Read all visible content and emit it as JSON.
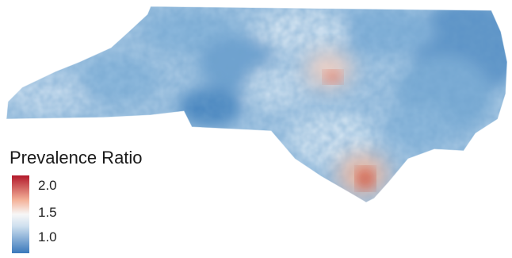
{
  "map": {
    "region": "North Carolina",
    "color_scale": {
      "low_color": "#2b6cb0",
      "mid_color": "#f5f5f5",
      "high_color": "#b2182b",
      "domain": [
        0.8,
        2.2
      ]
    },
    "hotspots": [
      {
        "area": "central-triangle",
        "intensity": 1.45
      },
      {
        "area": "central-triangle-core",
        "intensity": 1.85
      },
      {
        "area": "southeast-coast",
        "intensity": 1.6
      },
      {
        "area": "southeast-coast-core",
        "intensity": 2.1
      }
    ]
  },
  "legend": {
    "title": "Prevalence Ratio",
    "ticks": [
      {
        "value": 2.0,
        "label": "2.0"
      },
      {
        "value": 1.5,
        "label": "1.5"
      },
      {
        "value": 1.0,
        "label": "1.0"
      }
    ]
  }
}
